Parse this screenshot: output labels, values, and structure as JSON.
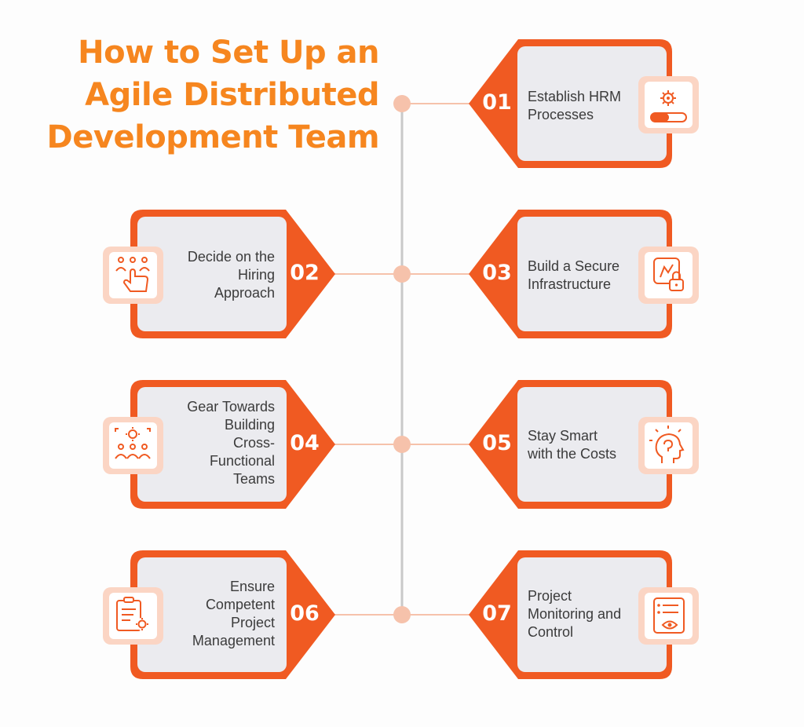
{
  "title": {
    "line1": "How to Set Up an",
    "line2": "Agile Distributed",
    "line3": "Development Team"
  },
  "steps": [
    {
      "number": "01",
      "label": "Establish HRM\nProcesses",
      "icon": "hrm-settings-icon",
      "side": "right"
    },
    {
      "number": "02",
      "label": "Decide on the\nHiring\nApproach",
      "icon": "hiring-select-icon",
      "side": "left"
    },
    {
      "number": "03",
      "label": "Build a Secure\nInfrastructure",
      "icon": "secure-infrastructure-icon",
      "side": "right"
    },
    {
      "number": "04",
      "label": "Gear Towards\nBuilding\nCross-\nFunctional\nTeams",
      "icon": "team-gear-icon",
      "side": "left"
    },
    {
      "number": "05",
      "label": "Stay Smart\nwith the Costs",
      "icon": "smart-head-icon",
      "side": "right"
    },
    {
      "number": "06",
      "label": "Ensure\nCompetent\nProject\nManagement",
      "icon": "project-document-gear-icon",
      "side": "left"
    },
    {
      "number": "07",
      "label": "Project\nMonitoring and\nControl",
      "icon": "monitoring-checklist-icon",
      "side": "right"
    }
  ],
  "colors": {
    "accent": "#f05a22",
    "title": "#f6861f",
    "card_fill": "#ebebef",
    "timeline": "#c9c9c9",
    "dot": "#f6c2ab",
    "icon_bg": "#fbd5c4"
  }
}
